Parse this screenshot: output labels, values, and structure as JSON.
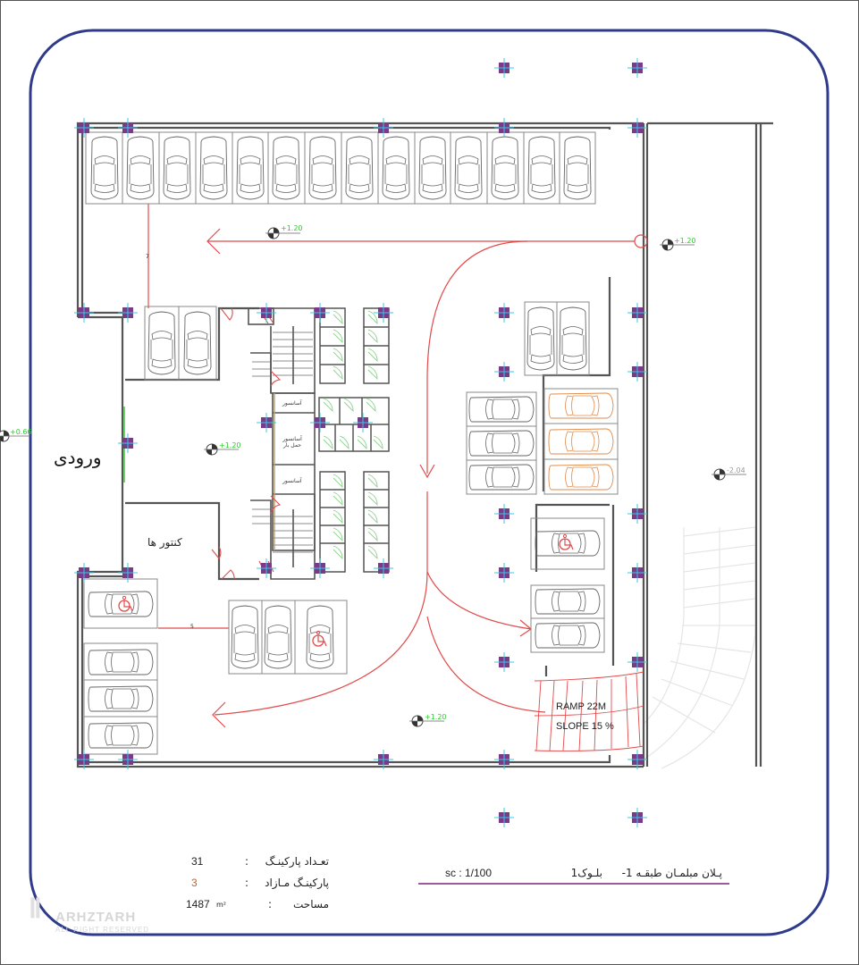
{
  "drawing": {
    "title": "پـلان مبلمـان طبقـه 1-",
    "block": "بلـوک1",
    "scale": "sc : 1/100"
  },
  "summary": {
    "rows": [
      {
        "label": "تعـداد پارکینـگ",
        "sep": ":",
        "value": "31",
        "unit": ""
      },
      {
        "label": "پارکینـگ مـازاد",
        "sep": ":",
        "value": "3",
        "unit": ""
      },
      {
        "label": "مساحت",
        "sep": ":",
        "value": "1487",
        "unit": "m²"
      }
    ]
  },
  "rooms": {
    "entrance": "ورودی",
    "meters": "کنتور ها",
    "elevator_1": "آسانسور",
    "elevator_freight": "آسانسور حمل بار",
    "elevator_2": "آسانسور"
  },
  "levels": {
    "top_aisle": "+1.20",
    "right_top": "+1.20",
    "lobby": "+1.20",
    "bottom_aisle": "+1.20",
    "outside_left": "+0.66",
    "ramp_area": "-2.04"
  },
  "ramp": {
    "length": "RAMP 22M",
    "slope": "SLOPE 15 %"
  },
  "dimensions": {
    "vertical": "7",
    "horizontal": "5"
  },
  "parking": {
    "top_row_count": 14,
    "surplus_count": 3,
    "accessible_count": 3
  },
  "watermark": {
    "brand": "ARHZTARH",
    "rights": "ALL RIGHT RESERVED"
  },
  "colors": {
    "frame": "#2e3a8c",
    "wall": "#555555",
    "circulation": "#e24a4a",
    "level_text": "#2ecc2e",
    "surplus_car": "#e08a4a",
    "door_green": "#8fd08f",
    "column": "#7a3a8a",
    "column_cross": "#37c8e6",
    "title_line": "#a0579c",
    "surplus_value": "#c8641e"
  }
}
